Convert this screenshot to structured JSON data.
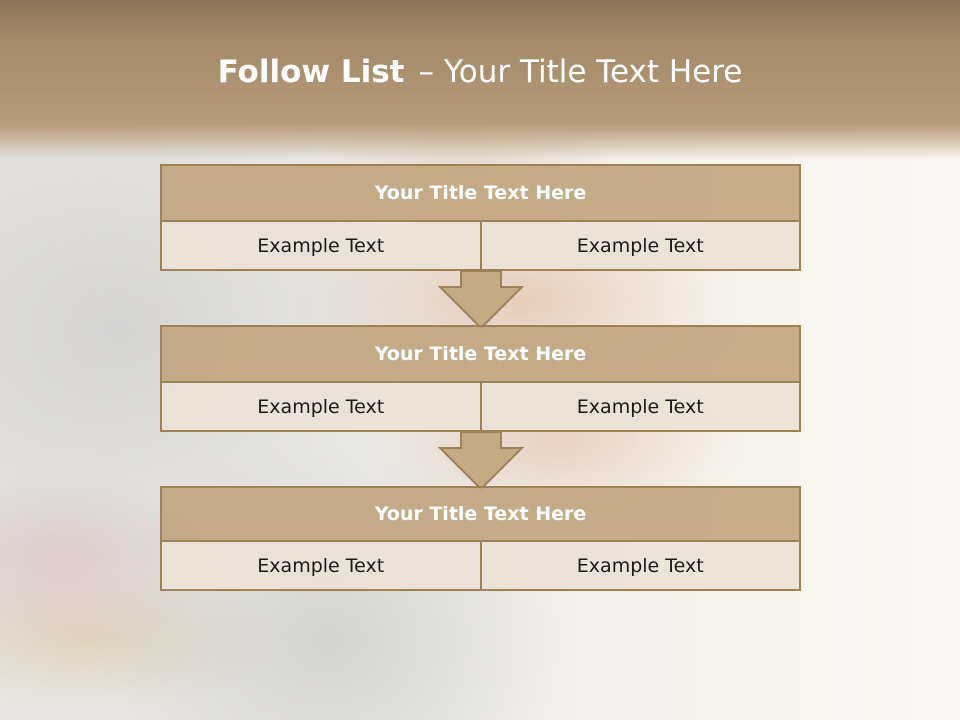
{
  "title": {
    "lead": "Follow List",
    "separator": "–",
    "rest": "Your Title Text Here"
  },
  "blocks": [
    {
      "title": "Your Title Text Here",
      "left": "Example Text",
      "right": "Example Text"
    },
    {
      "title": "Your Title Text Here",
      "left": "Example Text",
      "right": "Example Text"
    },
    {
      "title": "Your Title Text Here",
      "left": "Example Text",
      "right": "Example Text"
    }
  ],
  "colors": {
    "header": "#a38a68",
    "box_title": "#c0a67f",
    "box_body": "#eae2d7",
    "border": "#9d8257"
  }
}
